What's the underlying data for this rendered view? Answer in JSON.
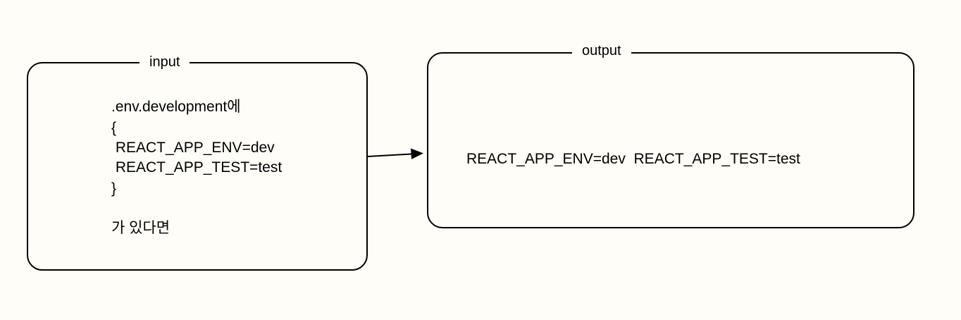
{
  "diagram": {
    "input": {
      "title": "input",
      "lines": [
        ".env.development에",
        "{",
        " REACT_APP_ENV=dev",
        " REACT_APP_TEST=test",
        "}",
        "가 있다면"
      ]
    },
    "output": {
      "title": "output",
      "text": "REACT_APP_ENV=dev  REACT_APP_TEST=test"
    }
  }
}
